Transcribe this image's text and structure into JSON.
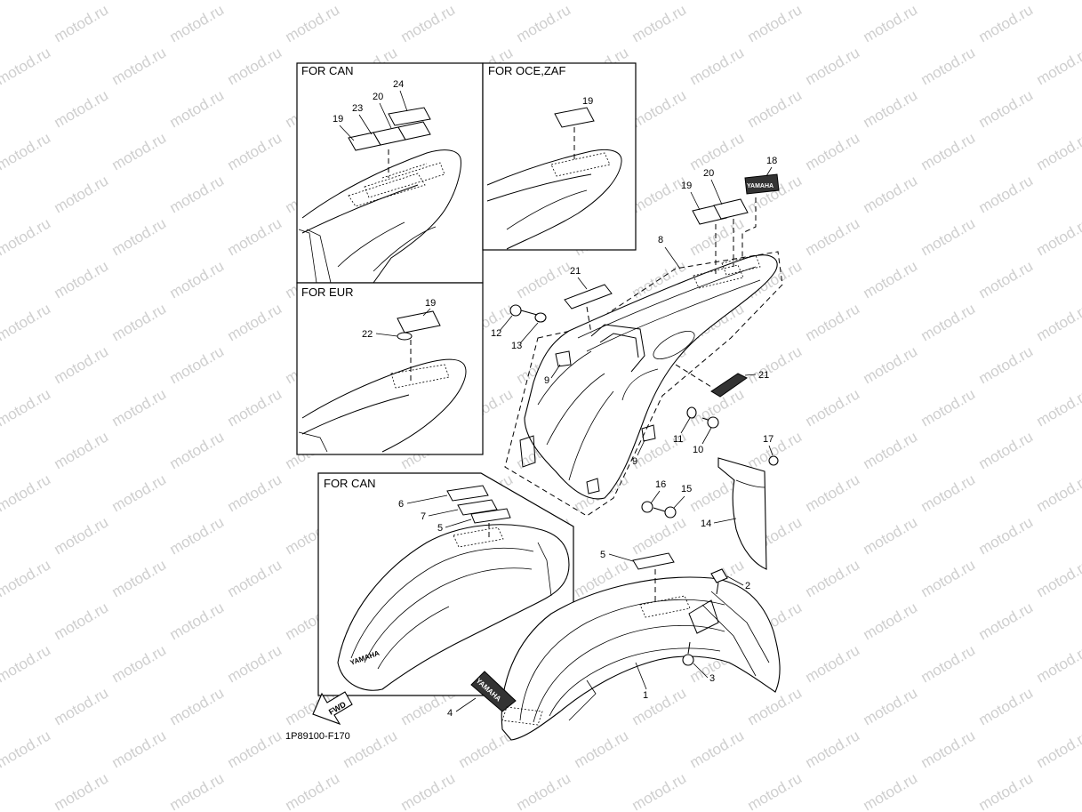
{
  "watermark": "motod.ru",
  "diagram_code": "1P89100-F170",
  "fwd_label": "FWD",
  "brand_mark": "YAMAHA",
  "inset_titles": {
    "can_rear": "FOR CAN",
    "oce_zaf": "FOR OCE,ZAF",
    "eur": "FOR EUR",
    "can_front": "FOR CAN"
  },
  "callouts": {
    "n1": "1",
    "n2": "2",
    "n3": "3",
    "n4": "4",
    "n5": "5",
    "n6": "6",
    "n7": "7",
    "n8": "8",
    "n9": "9",
    "n10": "10",
    "n11": "11",
    "n12": "12",
    "n13": "13",
    "n14": "14",
    "n15": "15",
    "n16": "16",
    "n17": "17",
    "n18": "18",
    "n19": "19",
    "n20": "20",
    "n21": "21",
    "n22": "22",
    "n23": "23",
    "n24": "24"
  }
}
